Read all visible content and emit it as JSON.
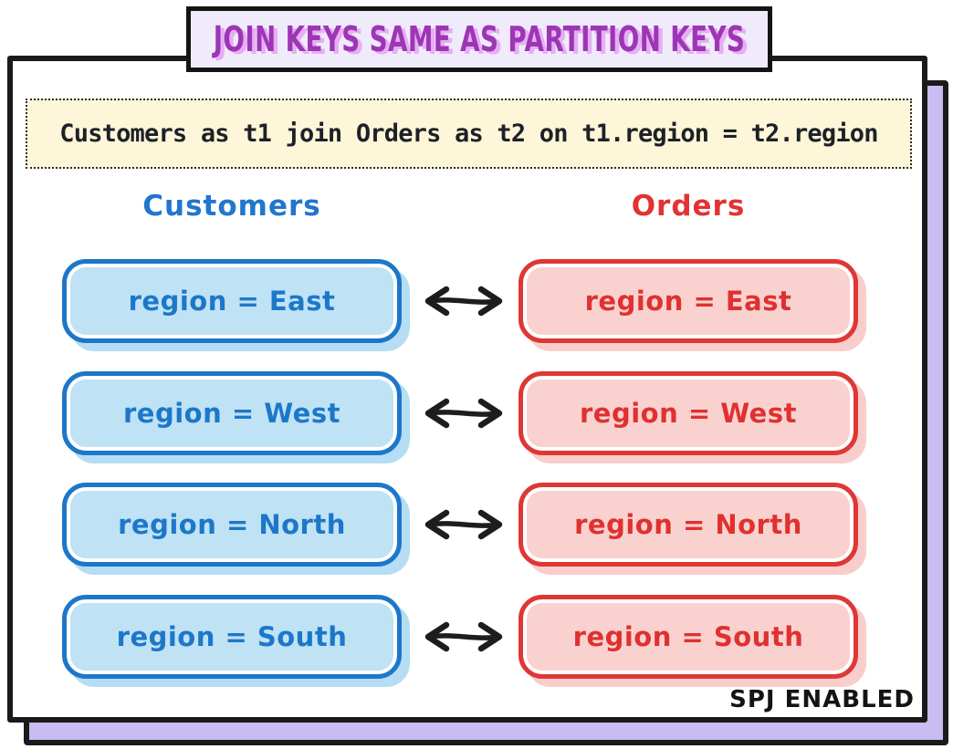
{
  "title": {
    "text": "JOIN KEYS SAME AS PARTITION KEYS"
  },
  "query": {
    "text": "Customers as t1 join Orders as t2 on t1.region = t2.region"
  },
  "tables": {
    "left": {
      "name": "Customers"
    },
    "right": {
      "name": "Orders"
    }
  },
  "rows": [
    {
      "left": "region = East",
      "right": "region = East"
    },
    {
      "left": "region = West",
      "right": "region = West"
    },
    {
      "left": "region = North",
      "right": "region = North"
    },
    {
      "left": "region = South",
      "right": "region = South"
    }
  ],
  "footer": {
    "text": "SPJ ENABLED"
  },
  "colors": {
    "customers_accent": "#1d77c9",
    "customers_fill": "#bfe2f5",
    "customers_shadow": "#b5ddf4",
    "orders_accent": "#df3131",
    "orders_fill": "#f9d2d0",
    "orders_shadow": "#f8cdcb",
    "title_text": "#9c36b5",
    "title_shadow": "#e7aef3",
    "title_bg": "#f0ebfb",
    "query_bg": "#fdf6d8",
    "back_layer": "#c9bcf2",
    "border": "#1a1a1a"
  }
}
